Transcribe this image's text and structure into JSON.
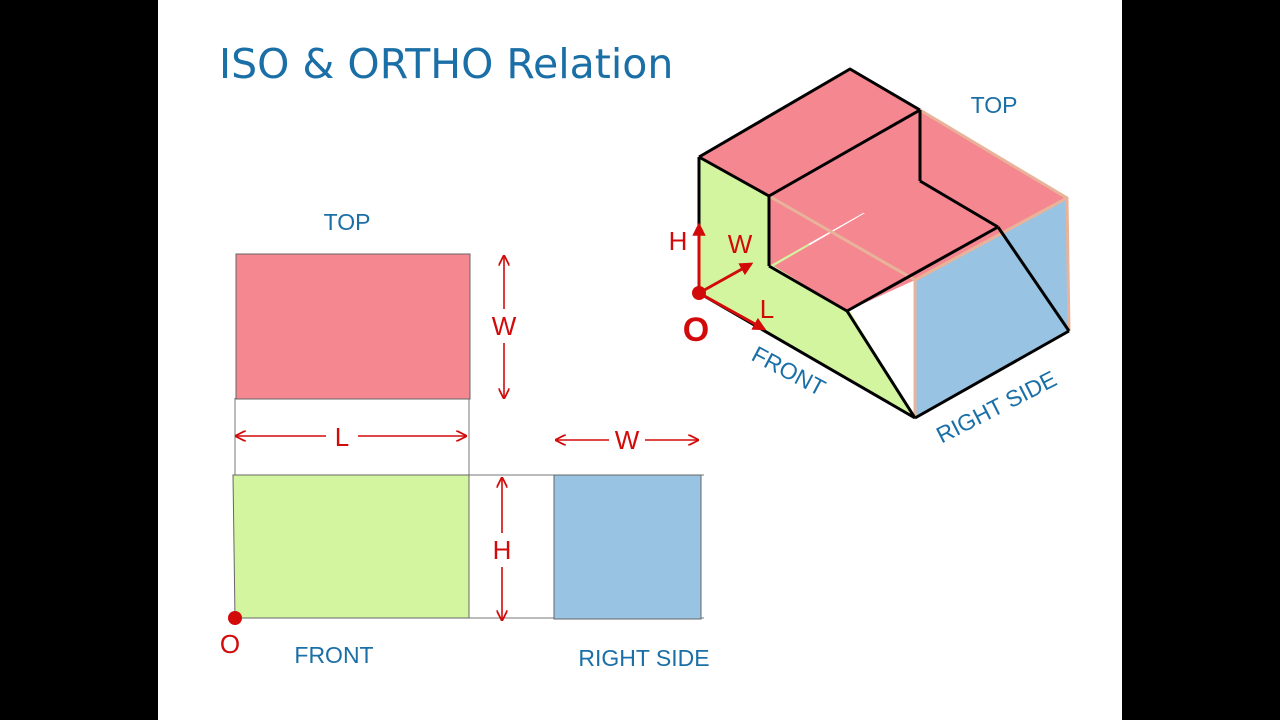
{
  "title": "ISO & ORTHO Relation",
  "colors": {
    "top_face": "#f4878f",
    "front_face": "#d4f5a0",
    "side_face": "#98c3e2",
    "label_blue": "#1a6fa6",
    "dimension_red": "#d20a0a",
    "edge": "#000000"
  },
  "ortho": {
    "top_label": "TOP",
    "front_label": "FRONT",
    "side_label": "RIGHT SIDE",
    "dim_width": "W",
    "dim_length": "L",
    "dim_width_side": "W",
    "dim_height": "H",
    "origin": "O"
  },
  "iso": {
    "top_label": "TOP",
    "front_label": "FRONT",
    "side_label": "RIGHT SIDE",
    "axis_h": "H",
    "axis_w": "W",
    "axis_l": "L",
    "origin": "O"
  }
}
